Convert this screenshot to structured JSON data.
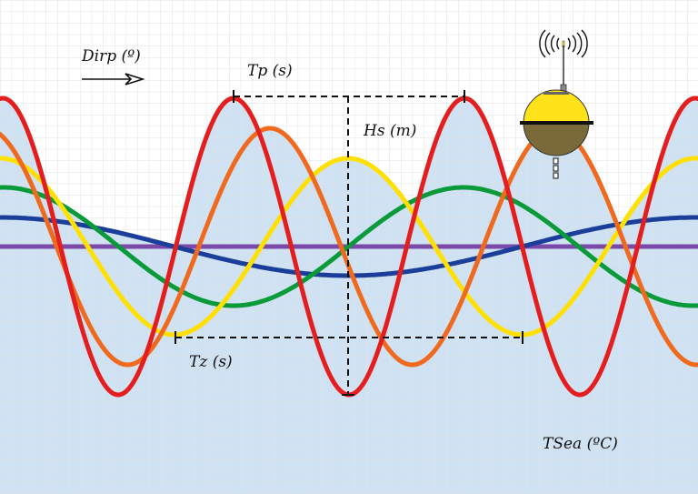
{
  "labels": {
    "dirp": "Dirp (º)",
    "tp": "Tp (s)",
    "hs": "Hs (m)",
    "tz": "Tz (s)",
    "tsea": "TSea (ºC)"
  },
  "colors": {
    "water": "#cfe2f3",
    "grid": "#e2e2e2",
    "red": "#e41e1e",
    "orange": "#ef6a1e",
    "yellow": "#ffe000",
    "green": "#0a9a3a",
    "blue": "#1a3e9a",
    "purple": "#7b4aa8",
    "buoy_top": "#ffe21a",
    "buoy_bottom": "#7a6a3a"
  },
  "waves": [
    {
      "name": "red",
      "amplitude": 163,
      "period": 254,
      "peak_at": 257
    },
    {
      "name": "orange",
      "amplitude": 130,
      "period": 313,
      "peak_at": 297
    },
    {
      "name": "yellow",
      "amplitude": 97,
      "period": 382,
      "peak_at": 383
    },
    {
      "name": "green",
      "amplitude": 65,
      "period": 506,
      "peak_at": 510
    },
    {
      "name": "blue",
      "amplitude": 32,
      "period": 766,
      "peak_at": 0
    },
    {
      "name": "purple",
      "amplitude": 0,
      "period": 766,
      "peak_at": 0
    }
  ]
}
